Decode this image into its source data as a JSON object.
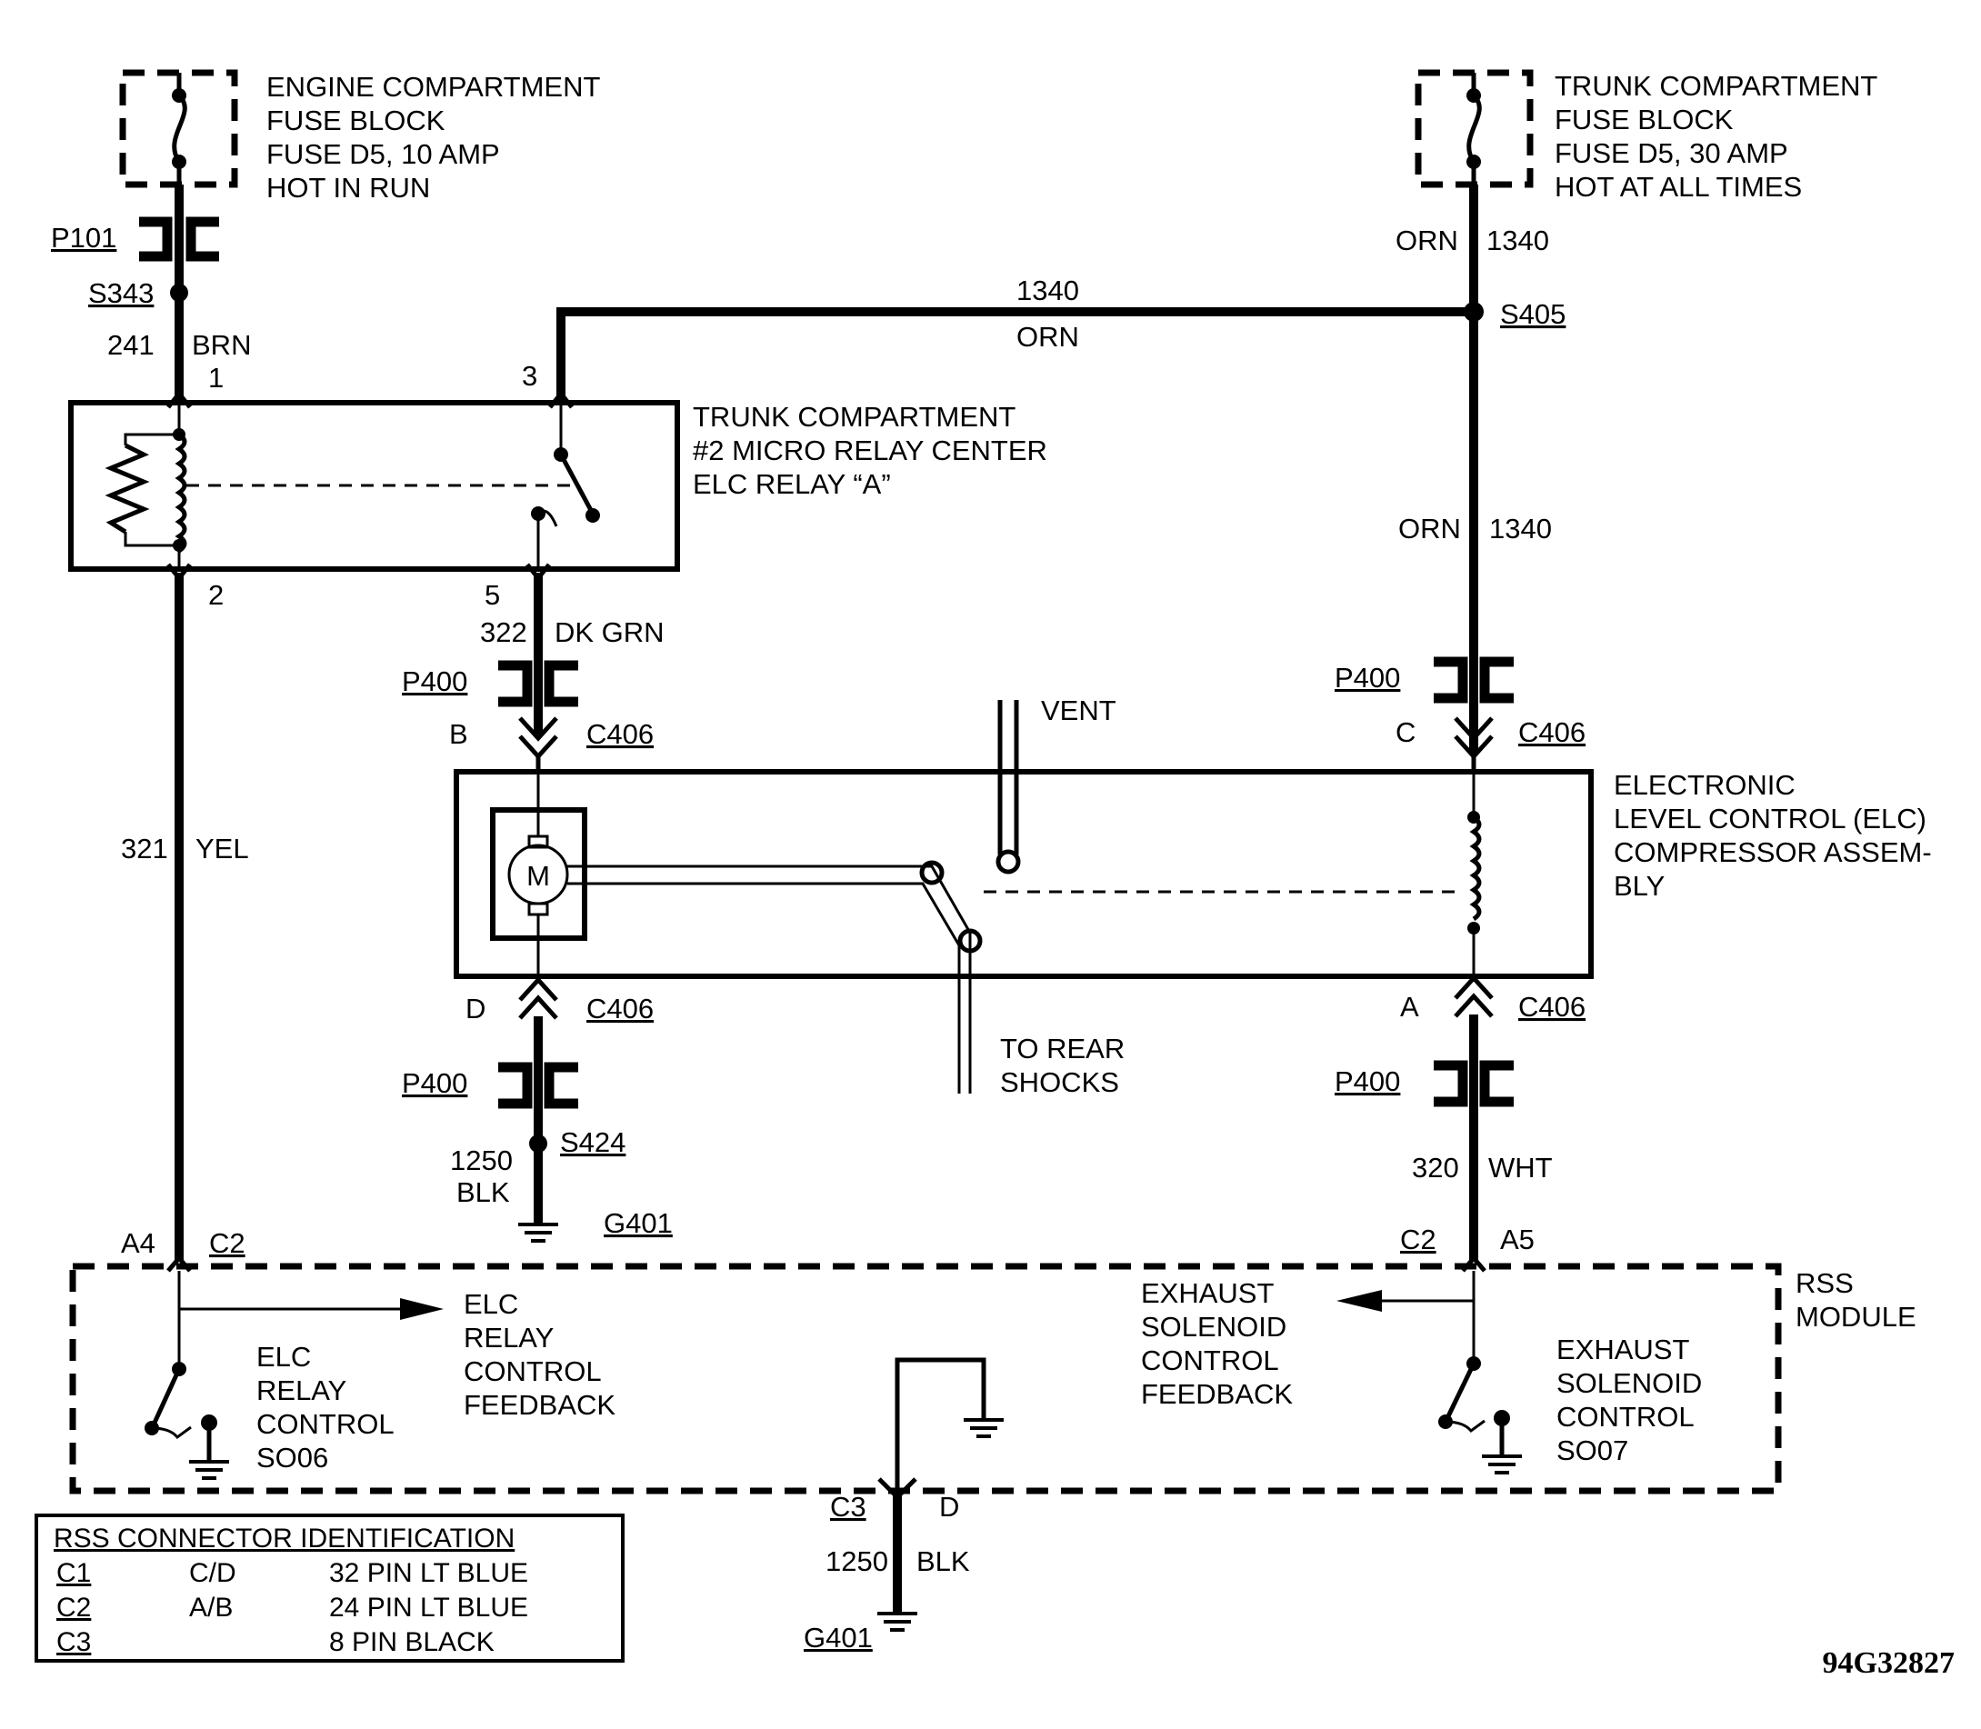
{
  "fuses": {
    "engine": [
      "ENGINE COMPARTMENT",
      "FUSE BLOCK",
      "FUSE D5, 10 AMP",
      "HOT IN RUN"
    ],
    "trunk": [
      "TRUNK COMPARTMENT",
      "FUSE BLOCK",
      "FUSE D5, 30 AMP",
      "HOT AT ALL TIMES"
    ]
  },
  "relay_center": [
    "TRUNK COMPARTMENT",
    "#2 MICRO RELAY CENTER",
    "ELC  RELAY “A”"
  ],
  "compressor": [
    "ELECTRONIC",
    "LEVEL CONTROL (ELC)",
    "COMPRESSOR ASSEM-",
    "BLY"
  ],
  "motor_label": "M",
  "vent_label": "VENT",
  "rear_shocks": [
    "TO REAR",
    "SHOCKS"
  ],
  "rss_module": [
    "RSS",
    "MODULE"
  ],
  "connectors": {
    "p101": "P101",
    "p400": "P400",
    "c406": "C406",
    "c2": "C2",
    "c3": "C3"
  },
  "splices": {
    "s343": "S343",
    "s405": "S405",
    "s424": "S424"
  },
  "grounds": {
    "g401": "G401"
  },
  "pins": {
    "relay_1": "1",
    "relay_2": "2",
    "relay_3": "3",
    "relay_5": "5",
    "c406_b": "B",
    "c406_c": "C",
    "c406_d": "D",
    "c406_a": "A",
    "c2_a4": "A4",
    "c2_a5": "A5",
    "c3_d": "D"
  },
  "wires": {
    "brn": {
      "circuit": "241",
      "color": "BRN"
    },
    "orn_top": {
      "circuit": "1340",
      "color": "ORN"
    },
    "orn_horiz": {
      "circuit": "1340",
      "color": "ORN"
    },
    "orn_mid": {
      "circuit": "1340",
      "color": "ORN"
    },
    "dkgrn": {
      "circuit": "322",
      "color": "DK GRN"
    },
    "yel": {
      "circuit": "321",
      "color": "YEL"
    },
    "blk_left": {
      "circuit": "1250",
      "color": "BLK"
    },
    "wht": {
      "circuit": "320",
      "color": "WHT"
    },
    "blk_bottom": {
      "circuit": "1250",
      "color": "BLK"
    }
  },
  "rss_inside": {
    "elc_feedback": [
      "ELC",
      "RELAY",
      "CONTROL",
      "FEEDBACK"
    ],
    "elc_control": [
      "ELC",
      "RELAY",
      "CONTROL",
      "SO06"
    ],
    "exhaust_feedback": [
      "EXHAUST",
      "SOLENOID",
      "CONTROL",
      "FEEDBACK"
    ],
    "exhaust_control": [
      "EXHAUST",
      "SOLENOID",
      "CONTROL",
      "SO07"
    ]
  },
  "connector_table": {
    "title": "RSS CONNECTOR IDENTIFICATION",
    "rows": [
      {
        "id": "C1",
        "pins": "C/D",
        "desc": "32 PIN LT BLUE"
      },
      {
        "id": "C2",
        "pins": "A/B",
        "desc": "24 PIN LT BLUE"
      },
      {
        "id": "C3",
        "pins": "",
        "desc": "8 PIN BLACK"
      }
    ]
  },
  "figure_code": "94G32827"
}
